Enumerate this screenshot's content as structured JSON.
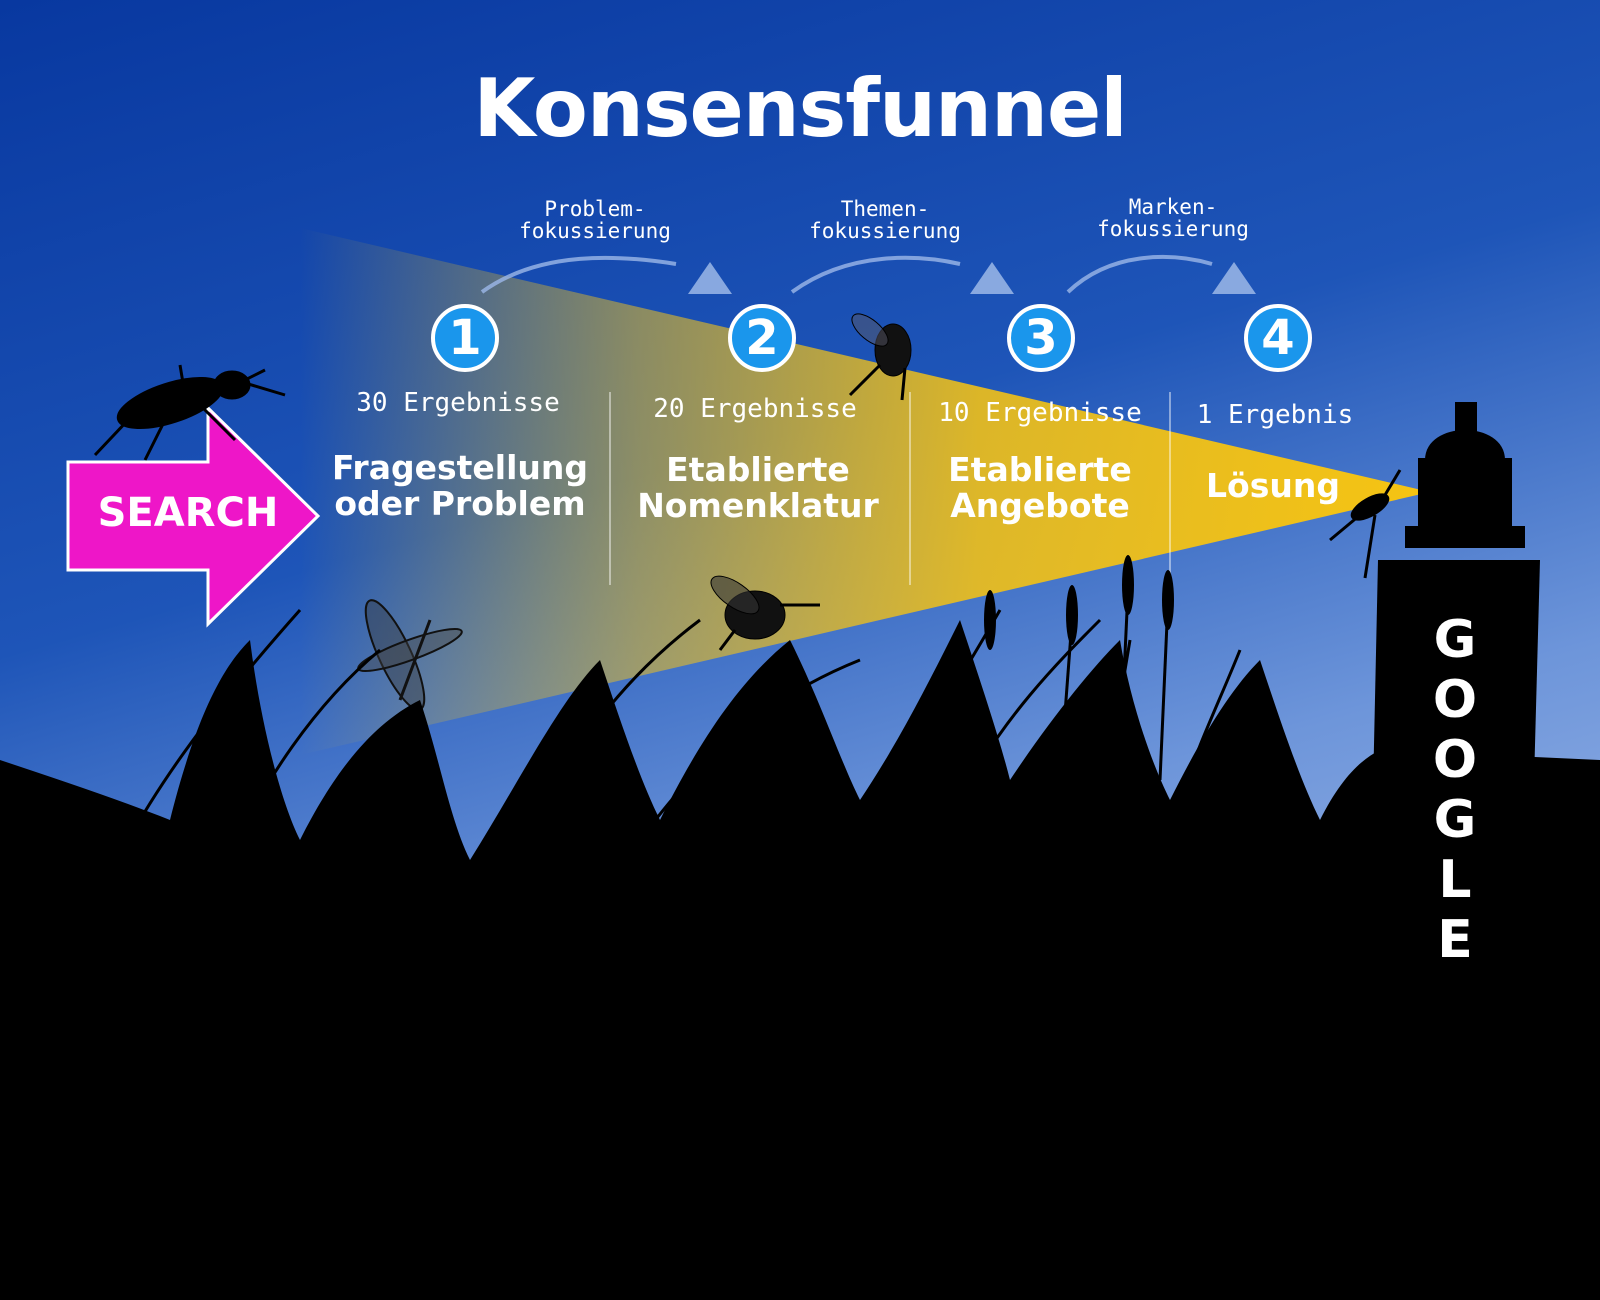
{
  "title": "Konsensfunnel",
  "search_label": "SEARCH",
  "lighthouse_text": "GOOGLE",
  "transitions": [
    {
      "line1": "Problem-",
      "line2": "fokussierung"
    },
    {
      "line1": "Themen-",
      "line2": "fokussierung"
    },
    {
      "line1": "Marken-",
      "line2": "fokussierung"
    }
  ],
  "stages": [
    {
      "number": "1",
      "count": "30 Ergebnisse",
      "line1": "Fragestellung",
      "line2": "oder Problem"
    },
    {
      "number": "2",
      "count": "20 Ergebnisse",
      "line1": "Etablierte",
      "line2": "Nomenklatur"
    },
    {
      "number": "3",
      "count": "10 Ergebnisse",
      "line1": "Etablierte",
      "line2": "Angebote"
    },
    {
      "number": "4",
      "count": "1 Ergebnis",
      "line1": "Lösung",
      "line2": ""
    }
  ],
  "colors": {
    "sky_top": "#0a3fa0",
    "sky_bottom": "#7aa2e0",
    "beam": "#f2c21a",
    "search_arrow": "#ee16c8",
    "badge": "#1a96ec",
    "silhouette": "#000000"
  }
}
